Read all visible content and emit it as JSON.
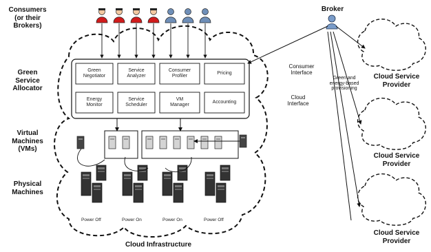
{
  "labels": {
    "consumers": "Consumers\n(or their\nBrokers)",
    "green_allocator": "Green\nService\nAllocator",
    "virtual_machines": "Virtual\nMachines\n(VMs)",
    "physical_machines": "Physical\nMachines",
    "cloud_infrastructure": "Cloud Infrastructure",
    "broker": "Broker",
    "consumer_interface": "Consumer\nInterface",
    "cloud_interface": "Cloud\nInterface",
    "green_offers": "Green and\nenergy-based\nprovisioning"
  },
  "allocator_modules": [
    "Green\nNegotiator",
    "Service\nAnalyzer",
    "Consumer\nProfiler",
    "Pricing",
    "Energy\nMonitor",
    "Service\nScheduler",
    "VM\nManager",
    "Accounting"
  ],
  "power_states": [
    "Power Off",
    "Power On",
    "Power On",
    "Power Off"
  ],
  "providers": [
    "Cloud Service\nProvider",
    "Cloud Service\nProvider",
    "Cloud Service\nProvider"
  ],
  "colors": {
    "consumer_red": "#d21c1c",
    "consumer_blue": "#6f8fb8",
    "broker_blue": "#7a9cc9",
    "line": "#111111"
  },
  "icons": {
    "consumer_red": "user-red-icon",
    "consumer_blue": "user-blue-icon",
    "broker": "broker-user-icon",
    "vm": "vm-icon",
    "server": "server-icon"
  }
}
